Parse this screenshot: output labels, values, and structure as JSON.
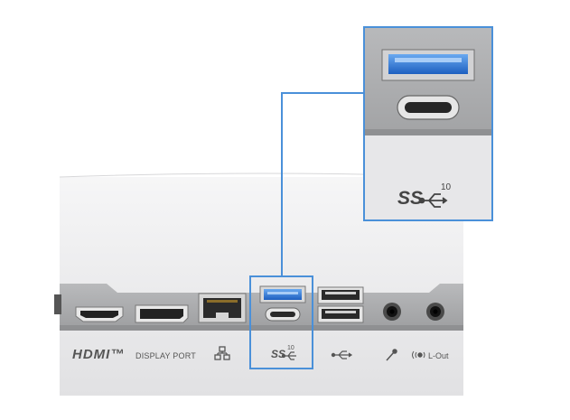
{
  "port_labels": {
    "hdmi": "HDMI™",
    "display_port": "DISPLAY PORT",
    "superspeed": "SS",
    "superspeed_gen": "10",
    "line_out": "L-Out"
  },
  "zoom_callout": {
    "superspeed": "SS",
    "superspeed_gen": "10"
  },
  "colors": {
    "highlight": "#4a90d9",
    "panel": "#e4e4e6",
    "port_strip": "#a9aaac",
    "usb3_blue": "#2f78d8"
  },
  "icons": [
    "network-icon",
    "usb-icon",
    "microphone-icon",
    "headphone-icon"
  ]
}
